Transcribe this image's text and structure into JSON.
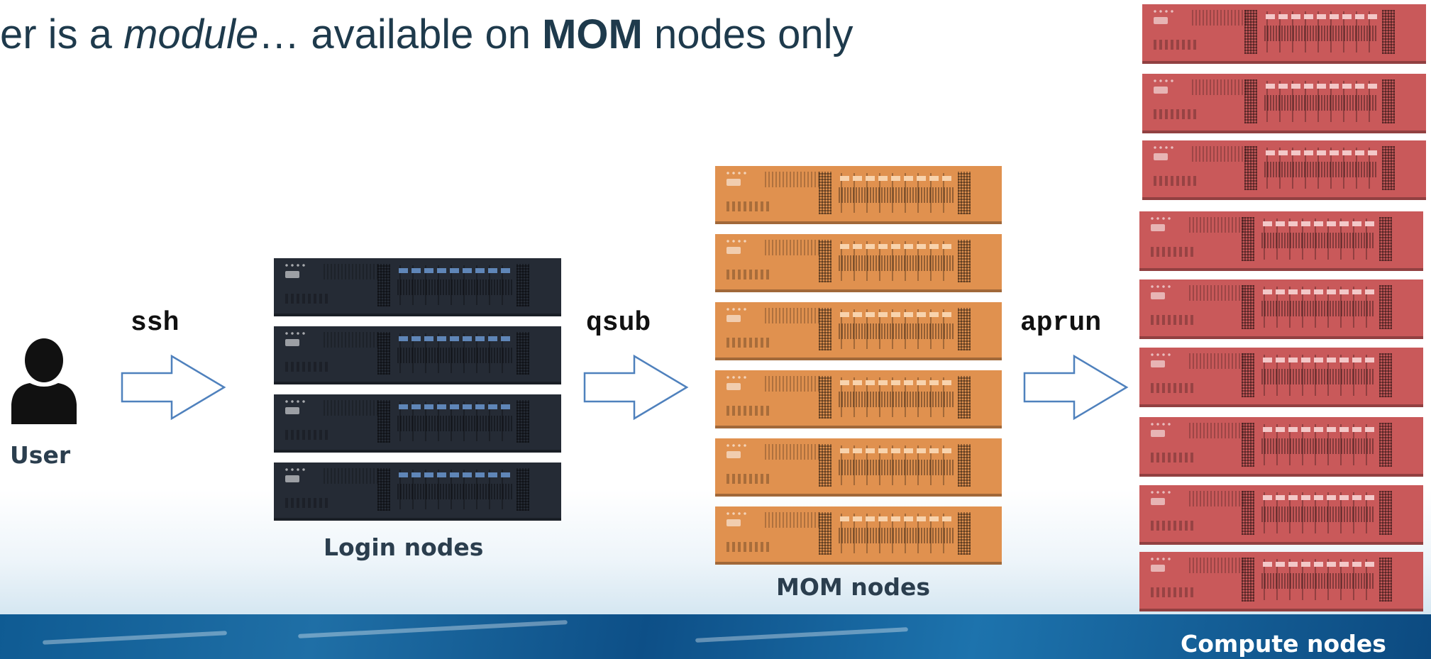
{
  "headline": {
    "part1": "er is a ",
    "emph": "module",
    "part2": "… available on ",
    "bold": "MOM",
    "part3": " nodes only"
  },
  "user": {
    "label": "User",
    "icon": "person-icon"
  },
  "commands": {
    "ssh": "ssh",
    "qsub": "qsub",
    "aprun": "aprun"
  },
  "groups": {
    "login": {
      "label": "Login nodes",
      "count": 4,
      "color": "#252b35"
    },
    "mom": {
      "label": "MOM nodes",
      "count": 6,
      "color": "#e0914f"
    },
    "compute": {
      "label": "Compute nodes",
      "count": 9,
      "color": "#c9595a"
    }
  },
  "colors": {
    "arrow": "#4f81bd",
    "footer": "#0f5b93",
    "text": "#1e3a4c"
  }
}
